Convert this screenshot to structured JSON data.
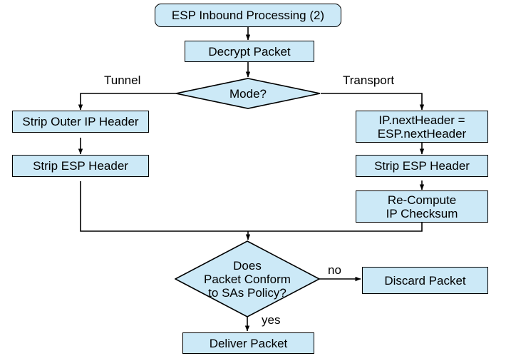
{
  "diagram": {
    "title": "ESP Inbound Processing (2)",
    "fill_color": "#cce9f7",
    "stroke_color": "#000000",
    "background_color": "#ffffff",
    "nodes": {
      "start": {
        "label": "ESP Inbound Processing (2)",
        "shape": "terminator"
      },
      "decrypt": {
        "label": "Decrypt Packet",
        "shape": "process"
      },
      "mode": {
        "label": "Mode?",
        "shape": "decision"
      },
      "strip_outer_ip": {
        "label": "Strip Outer IP Header",
        "shape": "process"
      },
      "strip_esp_left": {
        "label": "Strip ESP Header",
        "shape": "process"
      },
      "next_header": {
        "label_line1": "IP.nextHeader =",
        "label_line2": "ESP.nextHeader",
        "shape": "process"
      },
      "strip_esp_right": {
        "label": "Strip ESP Header",
        "shape": "process"
      },
      "recompute": {
        "label_line1": "Re-Compute",
        "label_line2": "IP Checksum",
        "shape": "process"
      },
      "conform": {
        "label_line1": "Does",
        "label_line2": "Packet Conform",
        "label_line3": "to SAs Policy?",
        "shape": "decision"
      },
      "discard": {
        "label": "Discard Packet",
        "shape": "process"
      },
      "deliver": {
        "label": "Deliver Packet",
        "shape": "process"
      }
    },
    "edge_labels": {
      "tunnel": "Tunnel",
      "transport": "Transport",
      "no": "no",
      "yes": "yes"
    }
  }
}
